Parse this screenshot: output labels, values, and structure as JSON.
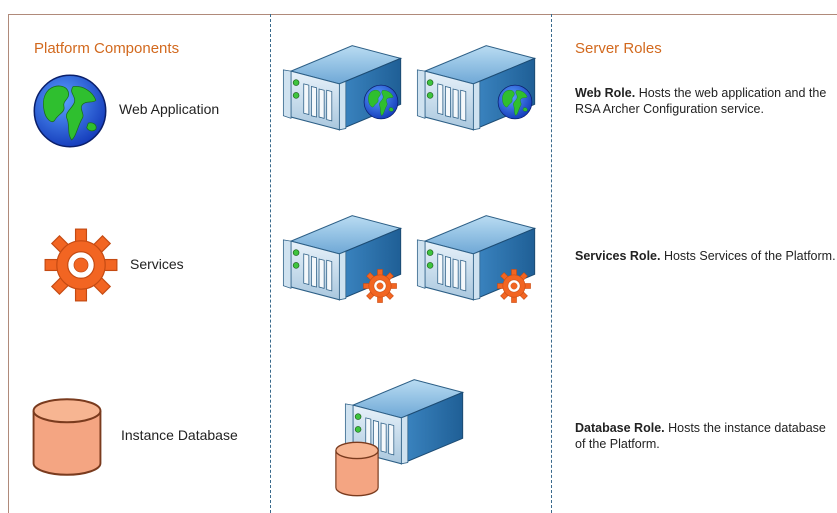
{
  "platform_components": {
    "heading": "Platform Components",
    "items": [
      {
        "label": "Web Application",
        "icon": "globe-icon"
      },
      {
        "label": "Services",
        "icon": "gear-icon"
      },
      {
        "label": "Instance Database",
        "icon": "database-icon"
      }
    ]
  },
  "server_roles": {
    "heading": "Server Roles",
    "roles": [
      {
        "title": "Web Role.",
        "description": "Hosts the web application and the RSA Archer Configuration service."
      },
      {
        "title": "Services Role.",
        "description": "Hosts Services of the Platform."
      },
      {
        "title": "Database Role.",
        "description": "Hosts the instance database of the Platform."
      }
    ]
  },
  "colors": {
    "heading": "#d2691e",
    "divider": "#3a6a8c",
    "server_blue": "#4a8fc4",
    "gear_orange": "#f26522",
    "database_fill": "#f4a582"
  }
}
